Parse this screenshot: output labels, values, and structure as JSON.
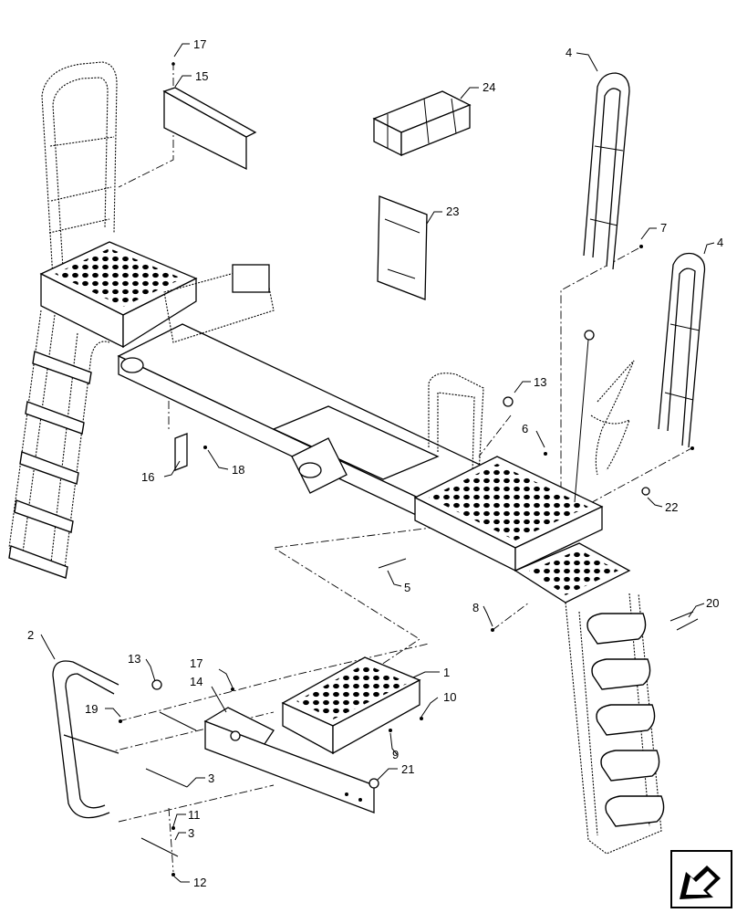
{
  "diagram": {
    "type": "exploded-parts-view",
    "callouts": [
      {
        "id": "c17a",
        "label": "17"
      },
      {
        "id": "c15",
        "label": "15"
      },
      {
        "id": "c24",
        "label": "24"
      },
      {
        "id": "c4a",
        "label": "4"
      },
      {
        "id": "c23",
        "label": "23"
      },
      {
        "id": "c7",
        "label": "7"
      },
      {
        "id": "c4b",
        "label": "4"
      },
      {
        "id": "c13a",
        "label": "13"
      },
      {
        "id": "c6",
        "label": "6"
      },
      {
        "id": "c16",
        "label": "16"
      },
      {
        "id": "c18",
        "label": "18"
      },
      {
        "id": "c22",
        "label": "22"
      },
      {
        "id": "c5",
        "label": "5"
      },
      {
        "id": "c8",
        "label": "8"
      },
      {
        "id": "c20",
        "label": "20"
      },
      {
        "id": "c2",
        "label": "2"
      },
      {
        "id": "c13b",
        "label": "13"
      },
      {
        "id": "c17b",
        "label": "17"
      },
      {
        "id": "c14",
        "label": "14"
      },
      {
        "id": "c1",
        "label": "1"
      },
      {
        "id": "c10",
        "label": "10"
      },
      {
        "id": "c19",
        "label": "19"
      },
      {
        "id": "c9",
        "label": "9"
      },
      {
        "id": "c3a",
        "label": "3"
      },
      {
        "id": "c21",
        "label": "21"
      },
      {
        "id": "c11",
        "label": "11"
      },
      {
        "id": "c3b",
        "label": "3"
      },
      {
        "id": "c12",
        "label": "12"
      }
    ],
    "nav_icon": "arrow-navigation-icon"
  }
}
